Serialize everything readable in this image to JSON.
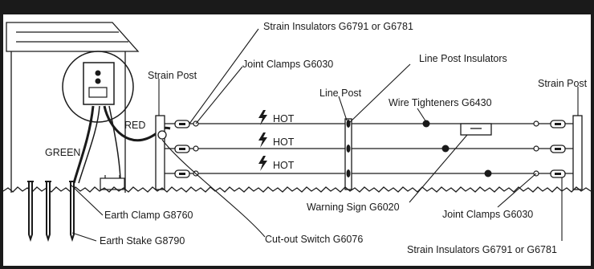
{
  "labels": {
    "strain_insulators_top": "Strain Insulators G6791 or G6781",
    "joint_clamps_top": "Joint Clamps G6030",
    "line_post_insulators": "Line Post Insulators",
    "strain_post_left": "Strain Post",
    "strain_post_right": "Strain Post",
    "line_post": "Line Post",
    "wire_tighteners": "Wire Tighteners G6430",
    "red": "RED",
    "green": "GREEN",
    "hot_1": "HOT",
    "hot_2": "HOT",
    "hot_3": "HOT",
    "earth_clamp": "Earth Clamp G8760",
    "earth_stake": "Earth Stake G8790",
    "cut_out_switch": "Cut-out Switch G6076",
    "warning_sign": "Warning Sign G6020",
    "joint_clamps_bottom": "Joint Clamps G6030",
    "strain_insulators_bottom": "Strain Insulators G6791 or G6781"
  },
  "icons": [
    "lightning-icon"
  ],
  "colors": {
    "frame": "#1a1a1a",
    "ink": "#1a1a1a",
    "background": "#ffffff"
  }
}
